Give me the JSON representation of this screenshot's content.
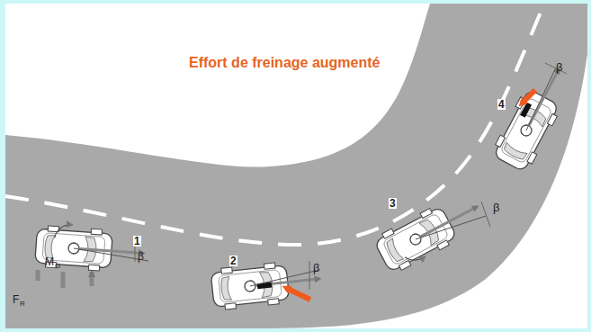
{
  "diagram": {
    "title": "Effort de freinage augmenté",
    "labels": [
      "1",
      "2",
      "3",
      "4",
      "β",
      "β",
      "β",
      "β",
      "M",
      "G",
      "F",
      "R"
    ]
  }
}
